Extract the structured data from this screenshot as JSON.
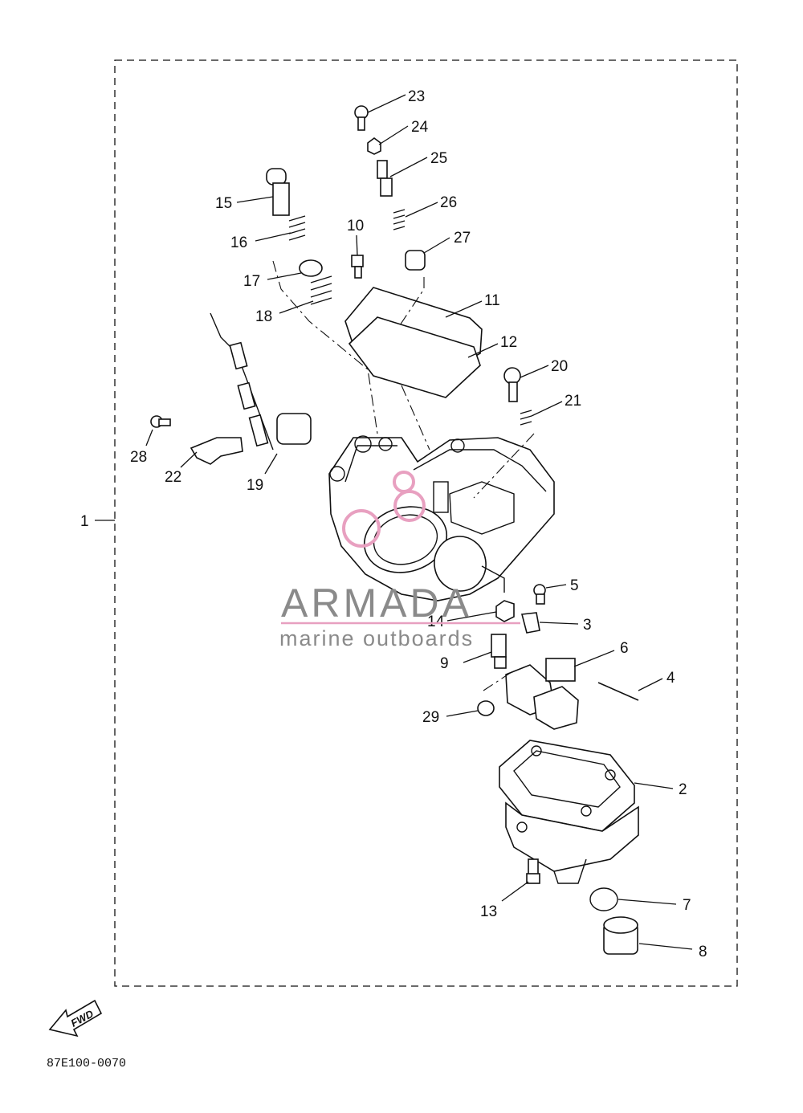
{
  "diagram": {
    "assembly_label": "1",
    "part_numbers": [
      "2",
      "3",
      "4",
      "5",
      "6",
      "7",
      "8",
      "9",
      "10",
      "11",
      "12",
      "13",
      "14",
      "15",
      "16",
      "17",
      "18",
      "19",
      "20",
      "21",
      "22",
      "23",
      "24",
      "25",
      "26",
      "27",
      "28",
      "29"
    ],
    "direction_label": "FWD",
    "drawing_code": "87E100-0070"
  },
  "watermark": {
    "brand": "ARMADA",
    "tagline": "marine outboards",
    "accent_color": "#e8a0c0",
    "text_color": "#8a8a8a"
  }
}
